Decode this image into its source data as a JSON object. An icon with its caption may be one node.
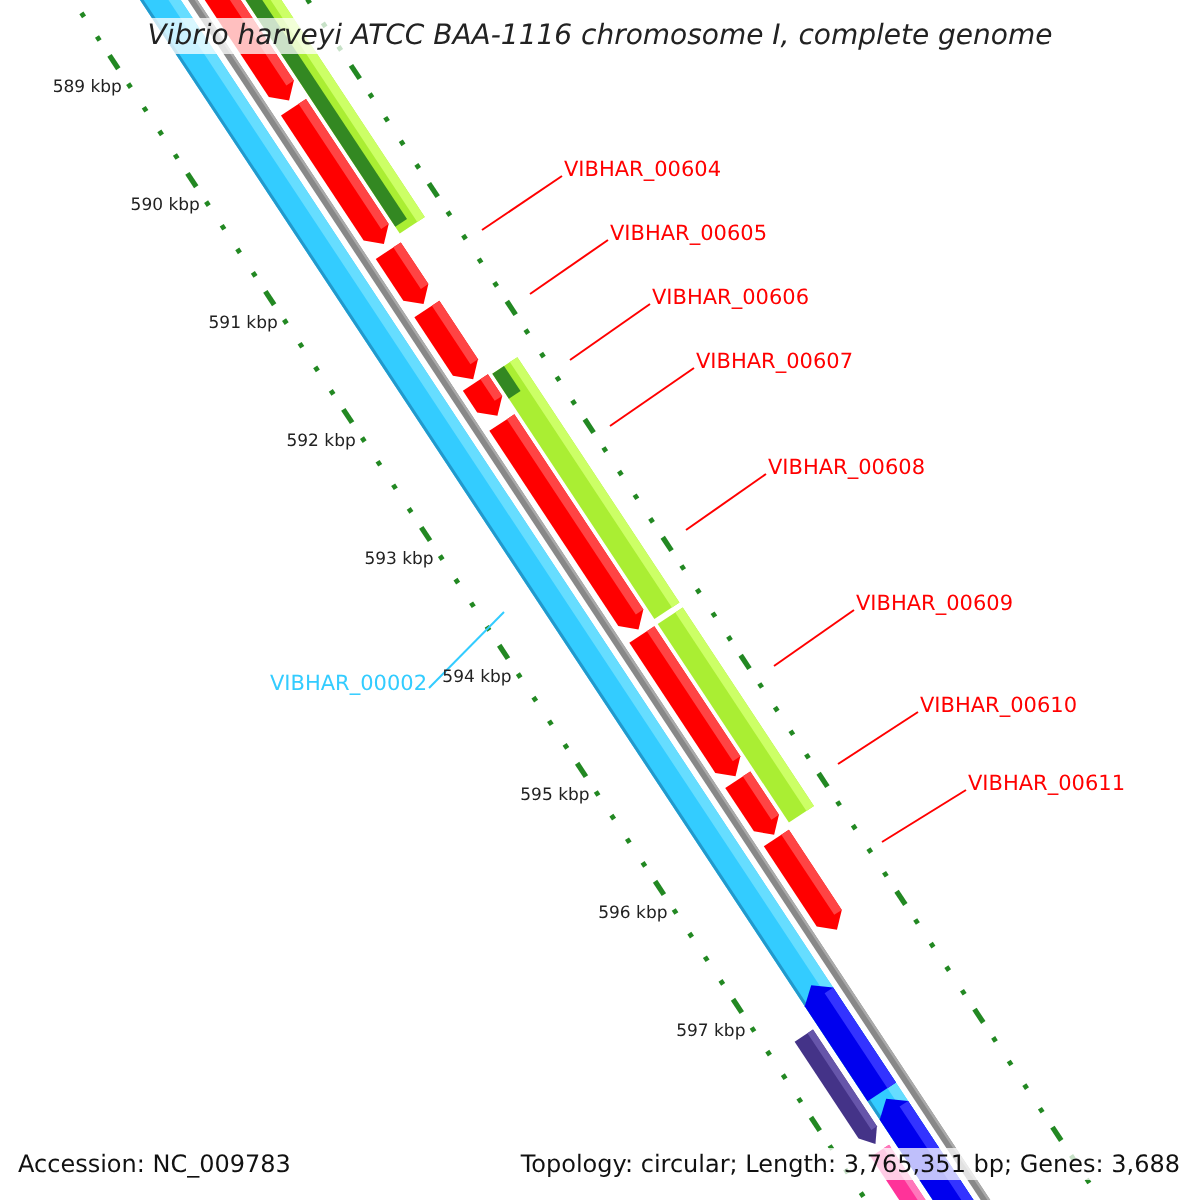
{
  "diagram": {
    "title": "Vibrio harveyi ATCC BAA-1116 chromosome I, complete genome",
    "nodes": [
      {
        "text": [
          "VIBHAR_00604"
        ]
      },
      {
        "text": [
          "VIBHAR_00605"
        ]
      },
      {
        "text": [
          "VIBHAR_00606"
        ]
      },
      {
        "text": [
          "VIBHAR_00607"
        ]
      },
      {
        "text": [
          "VIBHAR_00608"
        ]
      },
      {
        "text": [
          "VIBHAR_00609"
        ]
      },
      {
        "text": [
          "VIBHAR_00610"
        ]
      },
      {
        "text": [
          "VIBHAR_00611"
        ]
      },
      {
        "text": [
          "VIBHAR_00002"
        ]
      }
    ],
    "edges": [
      {
        "from": 0,
        "to": null,
        "arrow": "none"
      },
      {
        "from": 1,
        "to": null,
        "arrow": "none"
      },
      {
        "from": 2,
        "to": null,
        "arrow": "none"
      },
      {
        "from": 3,
        "to": null,
        "arrow": "none"
      },
      {
        "from": 4,
        "to": null,
        "arrow": "none"
      },
      {
        "from": 5,
        "to": null,
        "arrow": "none"
      },
      {
        "from": 6,
        "to": null,
        "arrow": "none"
      },
      {
        "from": 7,
        "to": null,
        "arrow": "none"
      },
      {
        "from": 8,
        "to": null,
        "arrow": "none",
        "color": "#33ccff"
      }
    ],
    "labels": [
      "589 kbp",
      "590 kbp",
      "591 kbp",
      "592 kbp",
      "593 kbp",
      "594 kbp",
      "595 kbp",
      "596 kbp",
      "597 kbp",
      "Accession: NC_009783",
      "Topology: circular; Length: 3,765,351 bp; Genes: 3,688"
    ]
  }
}
